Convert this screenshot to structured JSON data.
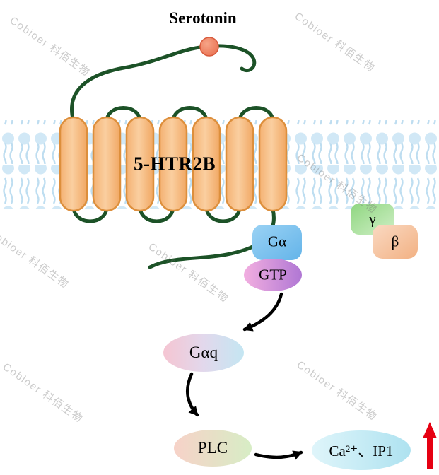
{
  "watermark": {
    "text": "Cobioer  科佰生物"
  },
  "labels": {
    "serotonin": "Serotonin",
    "receptor": "5-HTR2B",
    "g_alpha": "Gα",
    "gtp": "GTP",
    "gamma": "γ",
    "beta": "β",
    "g_alpha_q": "Gαq",
    "plc": "PLC",
    "output": "Ca²⁺、IP1"
  },
  "colors": {
    "helix_fill": "#F8C189",
    "helix_stroke": "#DD8F3C",
    "loop_green": "#1C5227",
    "membrane_head": "#CFE7F6",
    "membrane_tail": "#BBDCF0",
    "serotonin_ball": "#EE8362",
    "g_alpha_blue": "#7CC0EE",
    "gtp_pink": "#D193DB",
    "gamma_green": "#A5DB97",
    "beta_peach": "#F6C3A0",
    "gaq_pink": "#F5C5D2",
    "gaq_blue": "#C4E6F2",
    "output_cyan": "#BCE8F4",
    "up_arrow_red": "#E60012",
    "arrow_black": "#000000"
  }
}
